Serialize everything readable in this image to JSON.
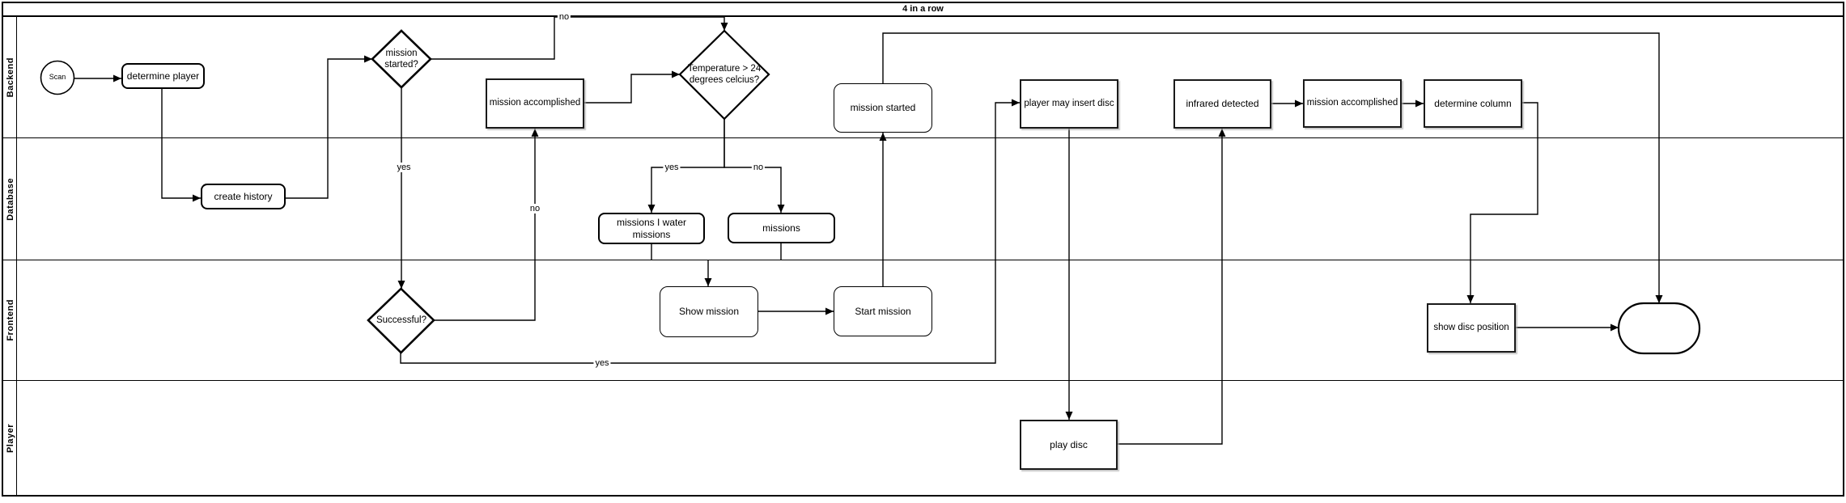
{
  "title": "4 in a row",
  "lanes": [
    {
      "label": "Backend"
    },
    {
      "label": "Database"
    },
    {
      "label": "Frontend"
    },
    {
      "label": "Player"
    }
  ],
  "nodes": {
    "scan": {
      "label": "Scan",
      "type": "start-event"
    },
    "determine_player": {
      "label": "determine player",
      "type": "process"
    },
    "mission_started_q": {
      "label": "mission started?",
      "type": "decision"
    },
    "mission_accomplished_1": {
      "label": "mission accomplished",
      "type": "task"
    },
    "temperature_q": {
      "label": "Temperature > 24 degrees celcius?",
      "type": "decision"
    },
    "mission_started": {
      "label": "mission started",
      "type": "process"
    },
    "player_may_insert_disc": {
      "label": "player may insert disc",
      "type": "task"
    },
    "infrared_detected": {
      "label": "infrared detected",
      "type": "task"
    },
    "mission_accomplished_2": {
      "label": "mission accomplished",
      "type": "task"
    },
    "determine_column": {
      "label": "determine column",
      "type": "task"
    },
    "create_history": {
      "label": "create history",
      "type": "process"
    },
    "missions_water": {
      "label": "missions I water missions",
      "type": "process"
    },
    "missions": {
      "label": "missions",
      "type": "process"
    },
    "successful_q": {
      "label": "Successful?",
      "type": "decision"
    },
    "show_mission": {
      "label": "Show mission",
      "type": "process"
    },
    "start_mission": {
      "label": "Start mission",
      "type": "process"
    },
    "show_disc_position": {
      "label": "show disc position",
      "type": "task"
    },
    "play_disc": {
      "label": "play disc",
      "type": "task"
    },
    "end_event": {
      "label": "",
      "type": "end-event"
    }
  },
  "edge_labels": {
    "mission_started_no": "no",
    "mission_started_yes": "yes",
    "successful_no": "no",
    "temperature_yes": "yes",
    "temperature_no": "no",
    "successful_yes": "yes"
  },
  "colors": {
    "stroke": "#000000",
    "fill": "#ffffff"
  }
}
